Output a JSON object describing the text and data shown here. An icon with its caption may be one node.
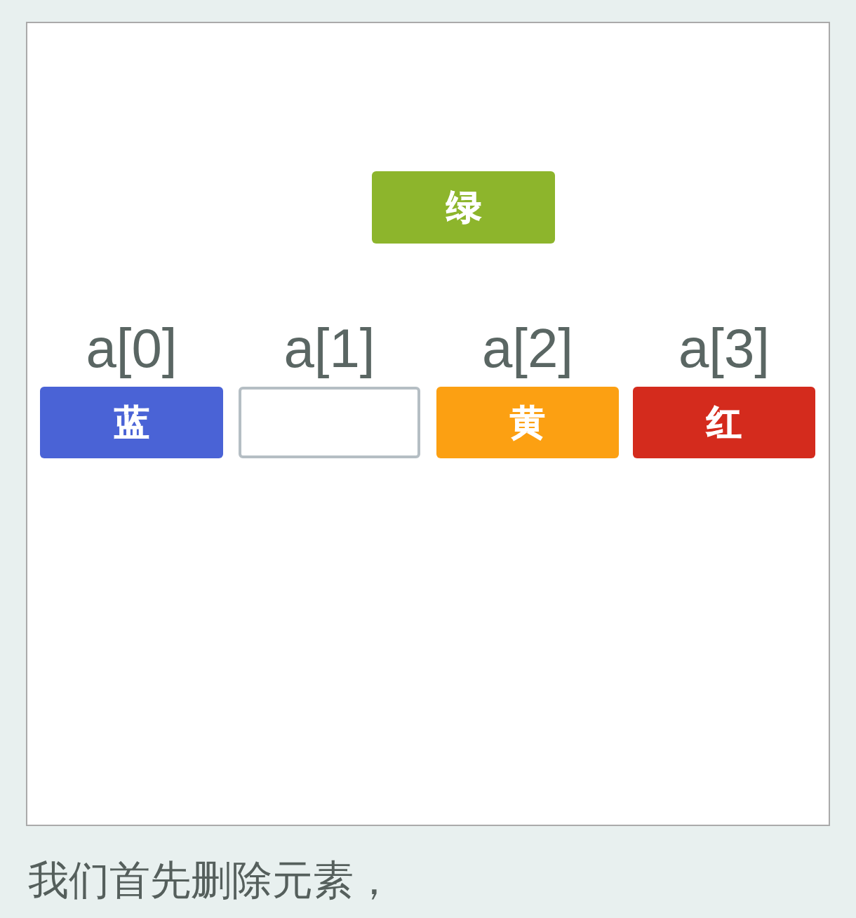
{
  "diagram": {
    "caption": "我们首先删除元素，",
    "nodes": [
      {
        "text": [
          "绿"
        ]
      },
      {
        "text": [
          "a[0]",
          "蓝"
        ]
      },
      {
        "text": [
          "a[1]"
        ]
      },
      {
        "text": [
          "a[2]",
          "黄"
        ]
      },
      {
        "text": [
          "a[3]",
          "红"
        ]
      }
    ]
  }
}
